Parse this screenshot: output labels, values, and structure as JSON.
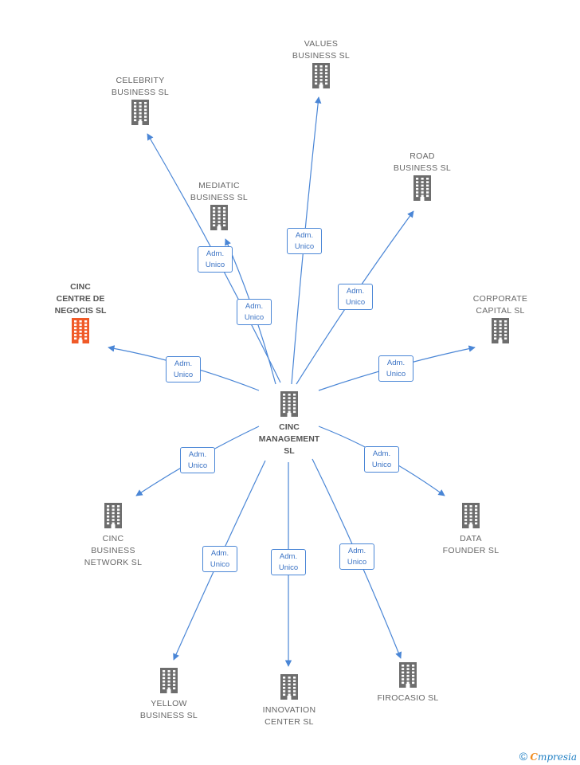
{
  "colors": {
    "edge": "#4a86d6",
    "building": "#6d6d6d",
    "highlight": "#f05a28",
    "badge_text": "#3a72c4"
  },
  "center": {
    "id": "center",
    "label": "CINC\nMANAGEMENT\nSL"
  },
  "nodes": [
    {
      "id": "values",
      "label": "VALUES\nBUSINESS  SL"
    },
    {
      "id": "celebrity",
      "label": "CELEBRITY\nBUSINESS  SL"
    },
    {
      "id": "road",
      "label": "ROAD\nBUSINESS SL"
    },
    {
      "id": "mediatic",
      "label": "MEDIATIC\nBUSINESS  SL"
    },
    {
      "id": "cinc_centre",
      "label": "CINC\nCENTRE DE\nNEGOCIS SL",
      "highlight": true
    },
    {
      "id": "corporate",
      "label": "CORPORATE\nCAPITAL  SL"
    },
    {
      "id": "cinc_network",
      "label": "CINC\nBUSINESS\nNETWORK  SL"
    },
    {
      "id": "data_founder",
      "label": "DATA\nFOUNDER  SL"
    },
    {
      "id": "yellow",
      "label": "YELLOW\nBUSINESS  SL"
    },
    {
      "id": "innovation",
      "label": "INNOVATION\nCENTER  SL"
    },
    {
      "id": "firocasio",
      "label": "FIROCASIO  SL"
    }
  ],
  "edges": [
    {
      "to": "values",
      "label": "Adm.\nUnico"
    },
    {
      "to": "celebrity",
      "label": "Adm.\nUnico"
    },
    {
      "to": "mediatic",
      "label": "Adm.\nUnico"
    },
    {
      "to": "road",
      "label": "Adm.\nUnico"
    },
    {
      "to": "cinc_centre",
      "label": "Adm.\nUnico"
    },
    {
      "to": "corporate",
      "label": "Adm.\nUnico"
    },
    {
      "to": "cinc_network",
      "label": "Adm.\nUnico"
    },
    {
      "to": "data_founder",
      "label": "Adm.\nUnico"
    },
    {
      "to": "yellow",
      "label": "Adm.\nUnico"
    },
    {
      "to": "innovation",
      "label": "Adm.\nUnico"
    },
    {
      "to": "firocasio",
      "label": "Adm.\nUnico"
    }
  ],
  "footer": {
    "copyright": "©",
    "brand_initial": "C",
    "brand_rest": "mpresia"
  }
}
